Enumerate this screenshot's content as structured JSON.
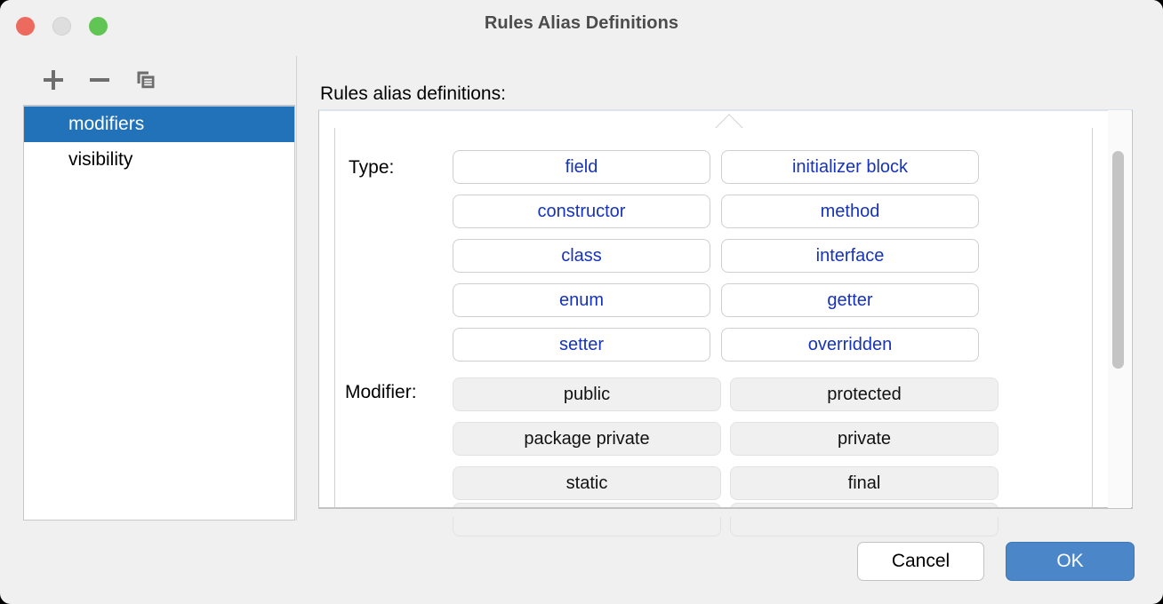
{
  "window": {
    "title": "Rules Alias Definitions",
    "traffic_lights": [
      "close-red",
      "minimize-yellow",
      "maximize-green"
    ]
  },
  "sidebar": {
    "toolbar": [
      {
        "name": "add",
        "icon": "plus-icon"
      },
      {
        "name": "remove",
        "icon": "minus-icon"
      },
      {
        "name": "copy",
        "icon": "copy-icon"
      }
    ],
    "items": [
      {
        "label": "modifiers",
        "selected": true
      },
      {
        "label": "visibility",
        "selected": false
      }
    ]
  },
  "main": {
    "section_label": "Rules alias definitions:",
    "groups": [
      {
        "label": "Type:",
        "style": "link",
        "rows": [
          [
            "field",
            "initializer block"
          ],
          [
            "constructor",
            "method"
          ],
          [
            "class",
            "interface"
          ],
          [
            "enum",
            "getter"
          ],
          [
            "setter",
            "overridden"
          ]
        ]
      },
      {
        "label": "Modifier:",
        "style": "plain",
        "rows": [
          [
            "public",
            "protected"
          ],
          [
            "package private",
            "private"
          ],
          [
            "static",
            "final"
          ]
        ]
      }
    ],
    "scrollbar": {
      "orientation": "vertical",
      "thumb_top_pct": 10,
      "thumb_height_pct": 55
    }
  },
  "footer": {
    "cancel_label": "Cancel",
    "ok_label": "OK"
  },
  "colors": {
    "accent_blue": "#4a86c8",
    "selection_blue": "#2272ba",
    "link_blue": "#1733b8",
    "window_bg": "#f0f0f0",
    "traffic_red": "#ec6a5e",
    "traffic_yellow": "#dedede",
    "traffic_green": "#61c555"
  }
}
